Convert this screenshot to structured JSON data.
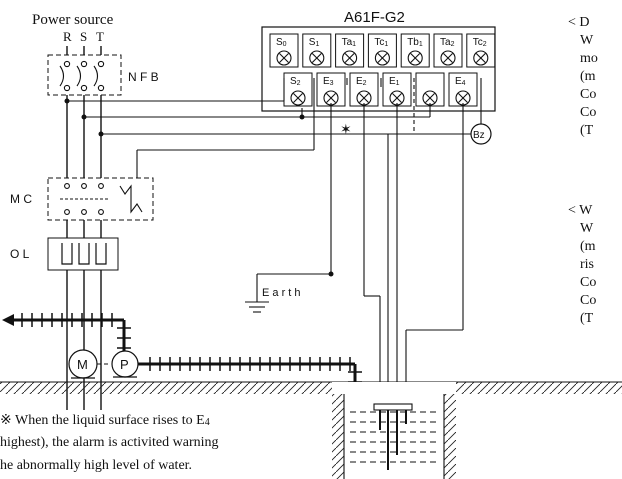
{
  "diagram": {
    "power_source_label": "Power source",
    "phases": [
      "R",
      "S",
      "T"
    ],
    "nfb_label": "N F B",
    "mc_label": "M C",
    "ol_label": "O L",
    "earth_label": "E a r t h",
    "motor_label": "M",
    "pump_label": "P",
    "bz_label": "Bz",
    "x_mark": "✶",
    "controller": {
      "model": "A61F-G2",
      "top_terminals": [
        {
          "base": "S",
          "sub": "0"
        },
        {
          "base": "S",
          "sub": "1"
        },
        {
          "base": "Ta",
          "sub": "1"
        },
        {
          "base": "Tc",
          "sub": "1"
        },
        {
          "base": "Tb",
          "sub": "1"
        },
        {
          "base": "Ta",
          "sub": "2"
        },
        {
          "base": "Tc",
          "sub": "2"
        }
      ],
      "bottom_terminals": [
        {
          "base": "S",
          "sub": "2"
        },
        {
          "base": "E",
          "sub": "3"
        },
        {
          "base": "E",
          "sub": "2"
        },
        {
          "base": "E",
          "sub": "1"
        },
        {
          "base": "",
          "sub": ""
        },
        {
          "base": "E",
          "sub": "4"
        }
      ]
    }
  },
  "note": {
    "mark": "※",
    "line1_a": " When the liquid surface rises to E",
    "line1_sub": "4",
    "line2": "highest), the alarm is activited warning",
    "line3": "he abnormally high level of water."
  },
  "side_panel": {
    "block1": [
      "< D",
      "W",
      "mo",
      "(m",
      "Co",
      "Co",
      "(T"
    ],
    "block2": [
      "< W",
      "W",
      "(m",
      "ris",
      "Co",
      "Co",
      "(T"
    ]
  }
}
